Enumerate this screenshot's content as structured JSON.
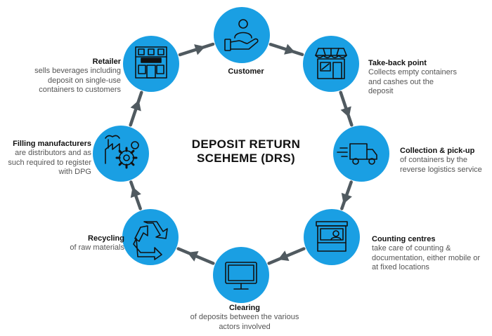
{
  "title_lines": [
    "DEPOSIT RETURN",
    "SCEHEME (DRS)"
  ],
  "colors": {
    "node_fill": "#1a9fe3",
    "arrow": "#505a60",
    "title_text": "#111111",
    "desc_text": "#555555"
  },
  "stages": [
    {
      "id": "customer",
      "title": "Customer",
      "description": "",
      "icon": "hand-person-icon"
    },
    {
      "id": "take-back",
      "title": "Take-back point",
      "description": "Collects empty containers and cashes out the deposit",
      "icon": "shop-front-icon"
    },
    {
      "id": "collection",
      "title": "Collection & pick-up",
      "description": "of containers by the reverse logistics service",
      "icon": "delivery-truck-icon"
    },
    {
      "id": "counting",
      "title": "Counting centres",
      "description": "take care of counting & documentation, either mobile or at fixed locations",
      "icon": "counter-kiosk-icon"
    },
    {
      "id": "clearing",
      "title": "Clearing",
      "description": "of deposits between the various actors involved",
      "icon": "monitor-icon"
    },
    {
      "id": "recycling",
      "title": "Recycling",
      "description": "of raw materials",
      "icon": "recycle-icon"
    },
    {
      "id": "filling",
      "title": "Filling manufacturers",
      "description": "are distributors and as such required to register with DPG",
      "icon": "factory-gear-icon"
    },
    {
      "id": "retailer",
      "title": "Retailer",
      "description": "sells beverages including deposit on single-use containers to customers",
      "icon": "shop-building-icon"
    }
  ]
}
